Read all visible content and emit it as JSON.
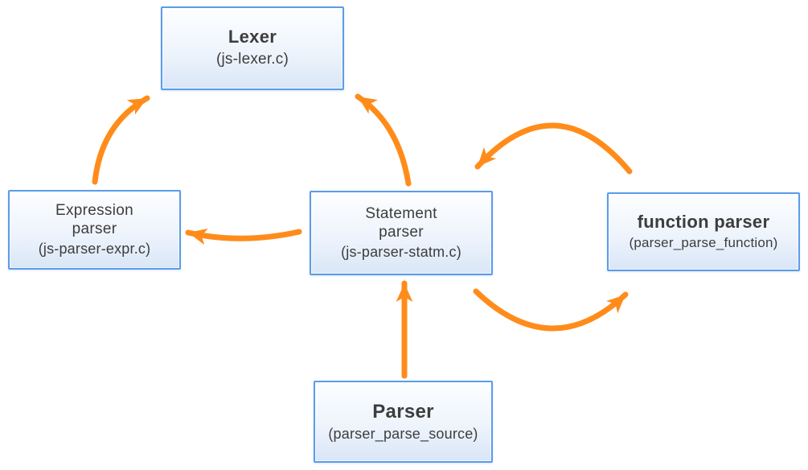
{
  "diagram": {
    "description": "Parser module architecture diagram",
    "colors": {
      "box_border": "#5b9ce8",
      "box_fill_top": "#fdfeff",
      "box_fill_bottom": "#d9e6f7",
      "arrow": "#ff8c1a",
      "text": "#3d3d3d",
      "background": "#ffffff"
    },
    "nodes": {
      "lexer": {
        "title": "Lexer",
        "subtitle": "(js-lexer.c)"
      },
      "expression_parser": {
        "title": "Expression\nparser",
        "subtitle": "(js-parser-expr.c)"
      },
      "statement_parser": {
        "title": "Statement\nparser",
        "subtitle": "(js-parser-statm.c)"
      },
      "function_parser": {
        "title": "function parser",
        "subtitle": "(parser_parse_function)"
      },
      "parser": {
        "title": "Parser",
        "subtitle": "(parser_parse_source)"
      }
    },
    "edges": [
      {
        "from": "expression_parser",
        "to": "lexer"
      },
      {
        "from": "statement_parser",
        "to": "lexer"
      },
      {
        "from": "statement_parser",
        "to": "expression_parser"
      },
      {
        "from": "function_parser",
        "to": "statement_parser"
      },
      {
        "from": "statement_parser",
        "to": "function_parser"
      },
      {
        "from": "parser",
        "to": "statement_parser"
      }
    ]
  }
}
